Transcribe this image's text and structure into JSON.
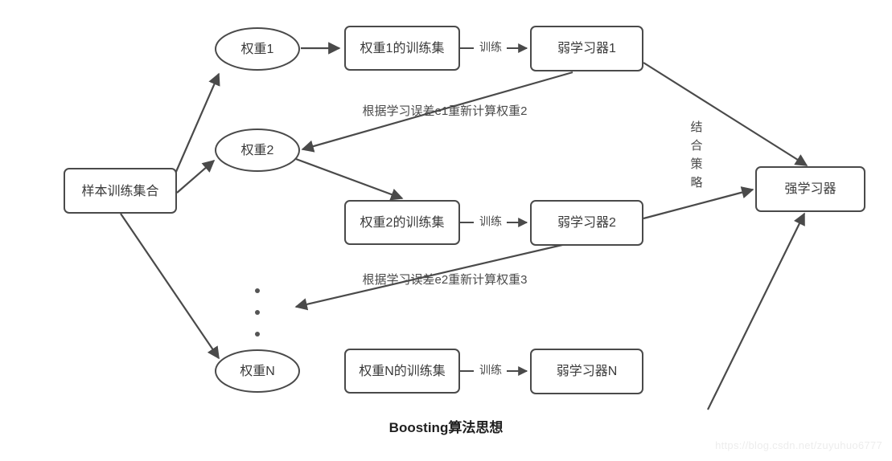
{
  "diagram": {
    "title": "Boosting算法思想",
    "watermark": "https://blog.csdn.net/zuyuhuo6777",
    "colors": {
      "stroke": "#4a4a4a",
      "text": "#3a3a3a",
      "background": "#ffffff",
      "watermark": "#ededed"
    },
    "source_node": {
      "label": "样本训练集合"
    },
    "weights": [
      {
        "label": "权重1"
      },
      {
        "label": "权重2"
      },
      {
        "label": "权重N"
      }
    ],
    "trainsets": [
      {
        "label": "权重1的训练集"
      },
      {
        "label": "权重2的训练集"
      },
      {
        "label": "权重N的训练集"
      }
    ],
    "learners": [
      {
        "label": "弱学习器1"
      },
      {
        "label": "弱学习器2"
      },
      {
        "label": "弱学习器N"
      }
    ],
    "train_edge_labels": [
      "训练",
      "训练",
      "训练"
    ],
    "feedback_labels": [
      "根据学习误差e1重新计算权重2",
      "根据学习误差e2重新计算权重3"
    ],
    "combine_strategy": {
      "label": "结合策略",
      "chars": [
        "结",
        "合",
        "策",
        "略"
      ]
    },
    "final_node": {
      "label": "强学习器"
    },
    "ellipsis": "⋮"
  }
}
